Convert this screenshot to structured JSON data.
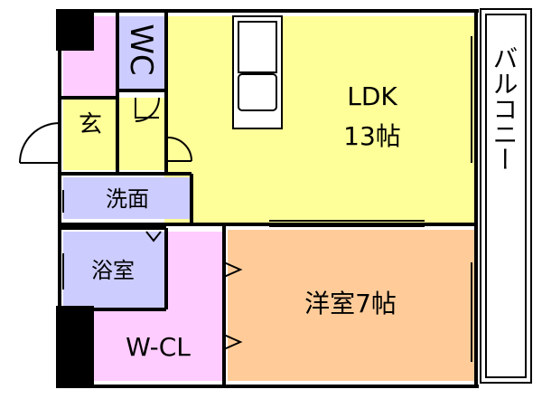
{
  "rooms": {
    "ldk": {
      "name": "LDK",
      "size": "13帖",
      "color": "#ffff99"
    },
    "western": {
      "name": "洋室7帖",
      "color": "#ffcc99"
    },
    "wc": {
      "name": "WC",
      "color": "#ccccff"
    },
    "entrance": {
      "name": "玄",
      "color": "#ffff99"
    },
    "washroom": {
      "name": "洗面",
      "color": "#ccccff"
    },
    "bath": {
      "name": "浴室",
      "color": "#ccccff"
    },
    "wcl": {
      "name": "W-CL",
      "color": "#ffccff"
    },
    "balcony": {
      "name": "バルコニー",
      "color": "#ffffff"
    }
  },
  "colors": {
    "wall": "#000000",
    "line": "#000000",
    "hall": "#ffccff"
  }
}
